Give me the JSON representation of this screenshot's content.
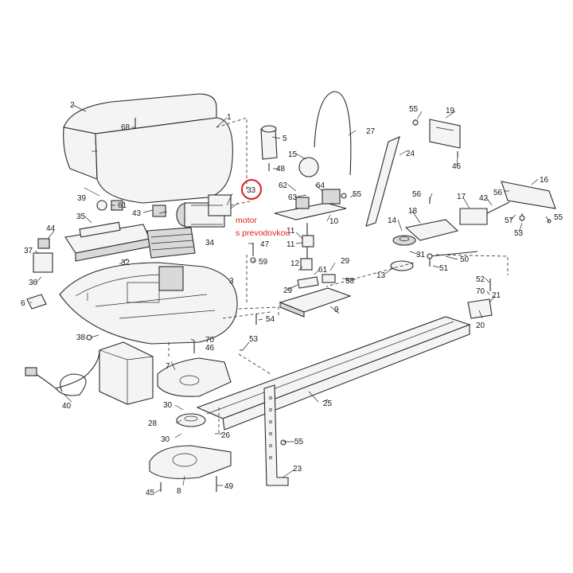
{
  "highlight_color": "#e0201b",
  "annotation": {
    "line1": "motor",
    "line2": "s prevodovkou",
    "circled_part": "33"
  },
  "labels": {
    "1": "1",
    "2": "2",
    "3": "3",
    "5": "5",
    "6": "6",
    "7": "7",
    "8": "8",
    "9": "9",
    "10": "10",
    "11a": "11",
    "11b": "11",
    "12": "12",
    "13": "13",
    "14": "14",
    "15": "15",
    "16": "16",
    "17": "17",
    "18": "18",
    "19": "19",
    "20": "20",
    "21": "21",
    "23": "23",
    "24": "24",
    "25": "25",
    "26": "26",
    "27": "27",
    "28": "28",
    "29a": "29",
    "29b": "29",
    "30a": "30",
    "30b": "30",
    "31": "31",
    "32": "32",
    "34": "34",
    "35": "35",
    "36": "36",
    "37": "37",
    "38": "38",
    "39": "39",
    "40": "40",
    "42": "42",
    "43": "43",
    "44": "44",
    "45": "45",
    "46a": "46",
    "46b": "46",
    "47": "47",
    "48": "48",
    "49": "49",
    "50": "50",
    "51": "51",
    "52": "52",
    "53a": "53",
    "53b": "53",
    "54": "54",
    "55a": "55",
    "55b": "55",
    "55c": "55",
    "55d": "55",
    "56a": "56",
    "56b": "56",
    "57": "57",
    "58": "58",
    "59": "59",
    "61a": "61",
    "61b": "61",
    "62": "62",
    "63": "63",
    "64": "64",
    "68": "68",
    "70a": "70",
    "70b": "70"
  }
}
